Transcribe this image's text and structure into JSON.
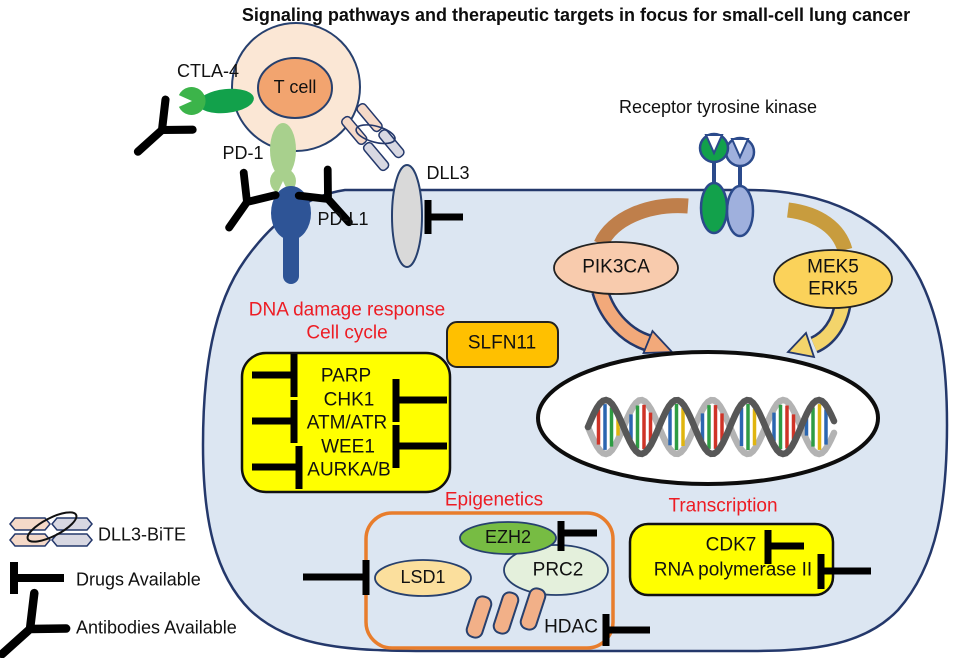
{
  "title": "Signaling pathways and therapeutic targets in focus for small-cell lung cancer",
  "immune": {
    "t_cell": "T cell",
    "ctla4": "CTLA-4",
    "pd1": "PD-1",
    "pdl1": "PD-L1",
    "dll3": "DLL3"
  },
  "receptor": {
    "label": "Receptor tyrosine kinase"
  },
  "signaling": {
    "pik3ca": "PIK3CA",
    "mek5": "MEK5",
    "erk5": "ERK5"
  },
  "dna_damage": {
    "heading_line1": "DNA damage response",
    "heading_line2": "Cell cycle",
    "slfn11": "SLFN11",
    "targets": [
      "PARP",
      "CHK1",
      "ATM/ATR",
      "WEE1",
      "AURKA/B"
    ]
  },
  "epigenetics": {
    "heading": "Epigenetics",
    "ezh2": "EZH2",
    "prc2": "PRC2",
    "lsd1": "LSD1",
    "hdac": "HDAC"
  },
  "transcription": {
    "heading": "Transcription",
    "cdk7": "CDK7",
    "rna_pol": "RNA polymerase II"
  },
  "legend": {
    "dll3_bite": "DLL3-BiTE",
    "drugs": "Drugs Available",
    "antibodies": "Antibodies Available"
  },
  "palette": {
    "cell_fill": "#dce6f2",
    "membrane": "#24386b",
    "red_heading": "#ed1c24",
    "yellow_box": "#ffff00",
    "slfn11_orange": "#ffc000",
    "epigenetics_border": "#e87d2c",
    "t_cell_outer": "#fbe7d5",
    "t_cell_inner": "#f2a46f",
    "ctla4_green": "#12a14b",
    "pd1_green": "#a8d08d",
    "pdl1_blue": "#2e5496",
    "dll3_gray": "#d9d9d9",
    "rtk_green": "#12a14b",
    "rtk_blue": "#9fb0dd",
    "pik3ca_fill": "#f8cbad",
    "mek5_fill": "#fbd25a",
    "ezh2_fill": "#77bc43",
    "prc2_fill": "#e4f0dc",
    "lsd1_fill": "#fbdf9d",
    "hdac_fill": "#f2b088",
    "arrow_tan": "#bf7f4b",
    "arrow_peach": "#f2a97a",
    "arrow_gold_dark": "#c89c3e",
    "arrow_gold_light": "#f3d46b",
    "dna_rungs": [
      "#cf3327",
      "#2b66b0",
      "#2e9c43",
      "#e0b50f",
      "#2b66b0",
      "#2e9c43",
      "#cf3327"
    ]
  }
}
